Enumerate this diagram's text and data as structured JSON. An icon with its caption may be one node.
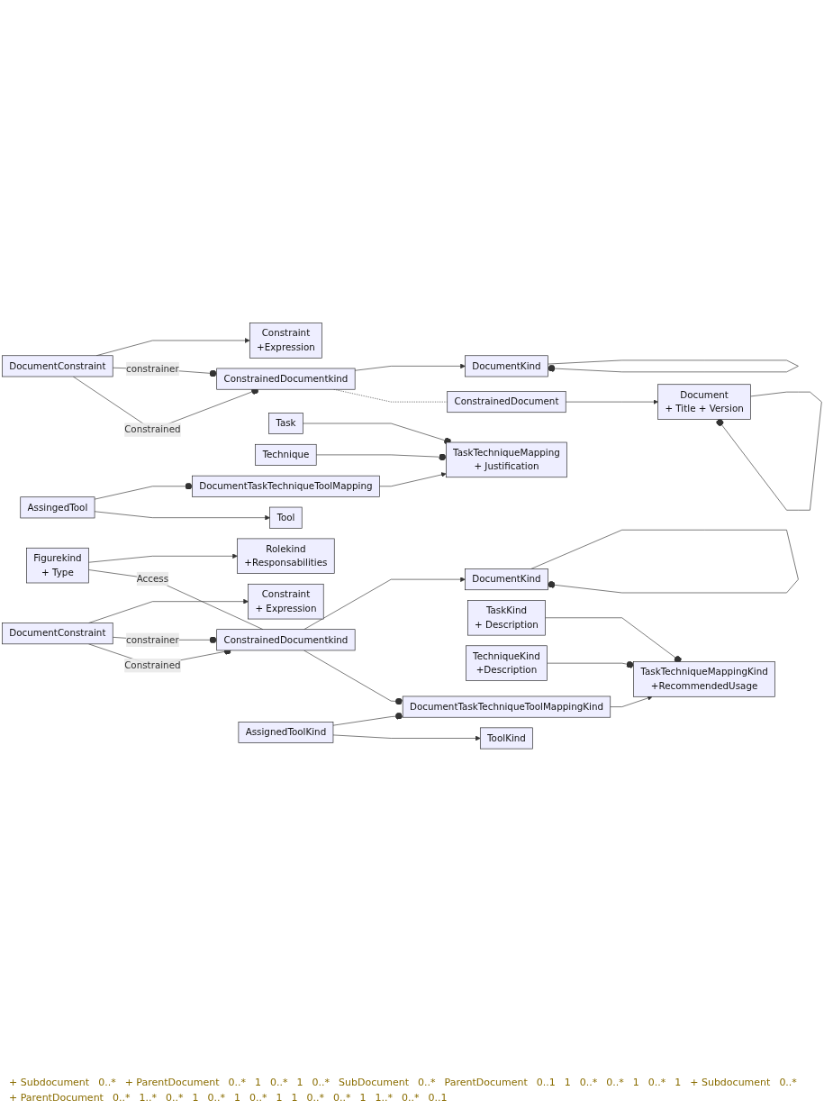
{
  "diagram": {
    "nodes": [
      {
        "text": [
          "DocumentKind"
        ]
      },
      {
        "text": [
          "Constraint",
          "+Expression"
        ]
      },
      {
        "text": [
          "ConstrainedDocumentkind"
        ]
      },
      {
        "text": [
          "DocumentConstraint"
        ]
      },
      {
        "text": [
          "ConstrainedDocument"
        ]
      },
      {
        "text": [
          "Document",
          "+ Title + Version"
        ]
      },
      {
        "text": [
          "Task"
        ]
      },
      {
        "text": [
          "TaskTechniqueMapping",
          "+ Justification"
        ]
      },
      {
        "text": [
          "Technique"
        ]
      },
      {
        "text": [
          "DocumentTaskTechniqueToolMapping"
        ]
      },
      {
        "text": [
          "AssingedTool"
        ]
      },
      {
        "text": [
          "Tool"
        ]
      },
      {
        "text": [
          "Rolekind",
          "+Responsabilities"
        ]
      },
      {
        "text": [
          "DocumentKind"
        ]
      },
      {
        "text": [
          "Constraint",
          "+ Expression"
        ]
      },
      {
        "text": [
          "Figurekind",
          "+ Type"
        ]
      },
      {
        "text": [
          "ConstrainedDocumentkind"
        ]
      },
      {
        "text": [
          "DocumentConstraint"
        ]
      },
      {
        "text": [
          "TaskKind",
          "+ Description"
        ]
      },
      {
        "text": [
          "TaskTechniqueMappingKind",
          "+RecommendedUsage"
        ]
      },
      {
        "text": [
          "TechniqueKind",
          "+Description"
        ]
      },
      {
        "text": [
          "DocumentTaskTechniqueToolMappingKind"
        ]
      },
      {
        "text": [
          "AssignedToolKind"
        ]
      },
      {
        "text": [
          "ToolKind"
        ]
      }
    ],
    "edges": [
      {
        "from": 0,
        "to": 0,
        "arrow": "other"
      },
      {
        "from": 2,
        "to": 0,
        "arrow": "to"
      },
      {
        "from": 3,
        "to": 1,
        "arrow": "to"
      },
      {
        "from": 3,
        "to": 2,
        "arrow": "other",
        "label": "constrainer"
      },
      {
        "from": 3,
        "to": 2,
        "arrow": "other",
        "label": "Constrained"
      },
      {
        "from": 2,
        "to": 4,
        "arrow": "none",
        "style": "dashed"
      },
      {
        "from": 4,
        "to": 5,
        "arrow": "to"
      },
      {
        "from": 5,
        "to": 5,
        "arrow": "other"
      },
      {
        "from": 6,
        "to": 7,
        "arrow": "other"
      },
      {
        "from": 8,
        "to": 7,
        "arrow": "other"
      },
      {
        "from": 9,
        "to": 7,
        "arrow": "to"
      },
      {
        "from": 10,
        "to": 9,
        "arrow": "other"
      },
      {
        "from": 10,
        "to": 11,
        "arrow": "to"
      },
      {
        "from": 15,
        "to": 12,
        "arrow": "to"
      },
      {
        "from": 13,
        "to": 13,
        "arrow": "other"
      },
      {
        "from": 16,
        "to": 13,
        "arrow": "to"
      },
      {
        "from": 17,
        "to": 14,
        "arrow": "to"
      },
      {
        "from": 15,
        "to": 16,
        "arrow": "none",
        "label": "Access"
      },
      {
        "from": 17,
        "to": 16,
        "arrow": "other",
        "label": "constrainer"
      },
      {
        "from": 17,
        "to": 16,
        "arrow": "other",
        "label": "Constrained"
      },
      {
        "from": 16,
        "to": 21,
        "arrow": "other"
      },
      {
        "from": 18,
        "to": 19,
        "arrow": "other"
      },
      {
        "from": 20,
        "to": 19,
        "arrow": "other"
      },
      {
        "from": 21,
        "to": 19,
        "arrow": "to"
      },
      {
        "from": 22,
        "to": 21,
        "arrow": "other"
      },
      {
        "from": 22,
        "to": 23,
        "arrow": "to"
      }
    ],
    "labels": [
      "+ Subdocument",
      "0..*",
      "+ ParentDocument",
      "0..*",
      "1",
      "0..*",
      "1",
      "0..*",
      "SubDocument",
      "0..*",
      "ParentDocument",
      "0..1",
      "1",
      "0..*",
      "0..*",
      "1",
      "0..*",
      "1",
      "+ Subdocument",
      "0..*",
      "+ ParentDocument",
      "0..*",
      "1..*",
      "0..*",
      "1",
      "0..*",
      "1",
      "0..*",
      "1",
      "1",
      "0..*",
      "0..*",
      "1",
      "1..*",
      "0..*",
      "0..1"
    ]
  }
}
